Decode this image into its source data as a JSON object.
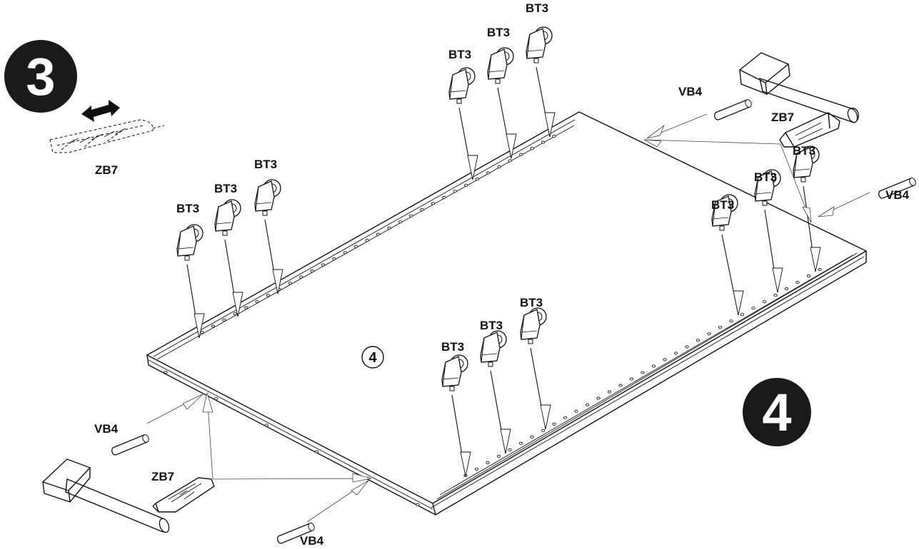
{
  "steps": {
    "step_a": "3",
    "step_b": "4"
  },
  "panel": {
    "part_number": "4"
  },
  "parts": {
    "support_clip": "BT3",
    "dowel": "VB4",
    "glue": "ZB7"
  },
  "counts": {
    "support_clips": 12,
    "dowels": 4,
    "glue_tubes": 2,
    "hammers": 2
  },
  "icons": {
    "step_badge": "step-badge-icon",
    "clip": "shelf-support-clip-icon",
    "dowel": "dowel-icon",
    "glue": "glue-tube-icon",
    "hammer": "hammer-icon",
    "spread": "double-arrow-icon"
  },
  "colors": {
    "line": "#111111",
    "badge_fill": "#1a1a1a",
    "background": "#ffffff"
  }
}
